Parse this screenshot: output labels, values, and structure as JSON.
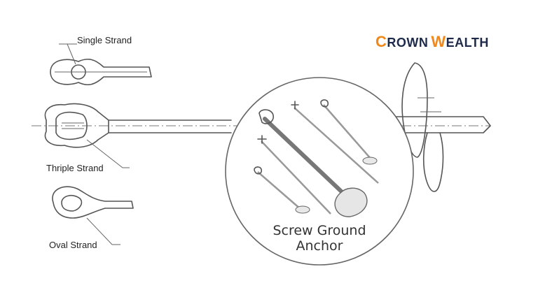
{
  "brand": {
    "first": "C",
    "first_rest": "ROWN",
    "second": "W",
    "second_rest": "EALTH",
    "orange": "#f0881c",
    "blue": "#1f6fb7",
    "dark": "#1d2a4a"
  },
  "labels": {
    "single_strand": "Single Strand",
    "thriple_strand": "Thriple Strand",
    "oval_strand": "Oval Strand"
  },
  "circle": {
    "line1": "Screw Ground",
    "line2": "Anchor"
  },
  "icons": [
    "single-strand-eye-icon",
    "thriple-strand-eye-icon",
    "oval-strand-eye-icon",
    "helix-disc-icon",
    "anchor-rod-icon"
  ]
}
